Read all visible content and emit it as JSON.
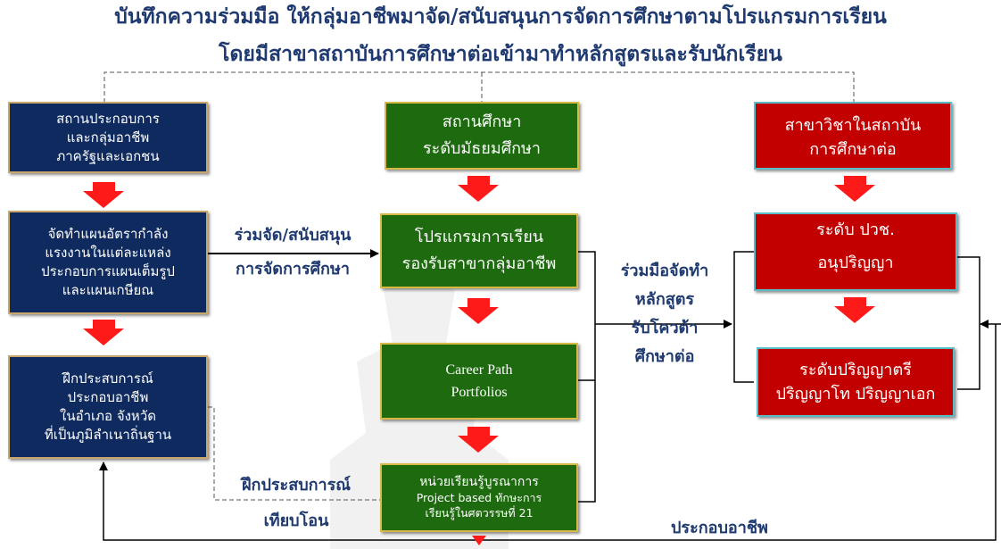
{
  "title": {
    "line1": "บันทึกความร่วมมือ ให้กลุ่มอาชีพมาจัด/สนับสนุนการจัดการศึกษาตามโปรแกรมการเรียน",
    "line2": "โดยมีสาขาสถาบันการศึกษาต่อเข้ามาทำหลักสูตรและรับนักเรียน"
  },
  "boxes": {
    "enterprise": [
      "สถานประกอบการ",
      "และกลุ่มอาชีพ",
      "ภาครัฐและเอกชน"
    ],
    "workforce_plan": [
      "จัดทำแผนอัตรากำลัง",
      "แรงงานในแต่ละแหล่ง",
      "ประกอบการแผนเต็มรูป",
      "และแผนเกษียณ"
    ],
    "career_experience": [
      "ฝึกประสบการณ์",
      "ประกอบอาชีพ",
      "ในอำเภอ จังหวัด",
      "ที่เป็นภูมิลำเนาถิ่นฐาน"
    ],
    "school": [
      "สถานศึกษา",
      "ระดับมัธยมศึกษา"
    ],
    "program": [
      "โปรแกรมการเรียน",
      "รองรับสาขากลุ่มอาชีพ"
    ],
    "career_path": [
      "Career Path",
      "Portfolios"
    ],
    "integrated_unit": [
      "หน่วยเรียนรู้บูรณาการ",
      "Project based ทักษะการ",
      "เรียนรู้ในศตวรรษที่ 21"
    ],
    "institution": [
      "สาขาวิชาในสถาบัน",
      "การศึกษาต่อ"
    ],
    "vocational": [
      "ระดับ ปวช.",
      "อนุปริญญา"
    ],
    "degree": [
      "ระดับปริญญาตรี",
      "ปริญญาโท ปริญญาเอก"
    ]
  },
  "labels": {
    "co_organize": [
      "ร่วมจัด/สนับสนุน",
      "การจัดการศึกษา"
    ],
    "co_curriculum": [
      "ร่วมมือจัดทำ",
      "หลักสูตร",
      "รับโควต้า",
      "ศึกษาต่อ"
    ],
    "training": [
      "ฝึกประสบการณ์",
      "เทียบโอน"
    ],
    "occupation": "ประกอบอาชีพ"
  },
  "colors": {
    "navy": "#0f2a5e",
    "green": "#1d6a0f",
    "red": "#c20000",
    "arrow": "#ff1a1a",
    "title": "#1f3a70"
  }
}
